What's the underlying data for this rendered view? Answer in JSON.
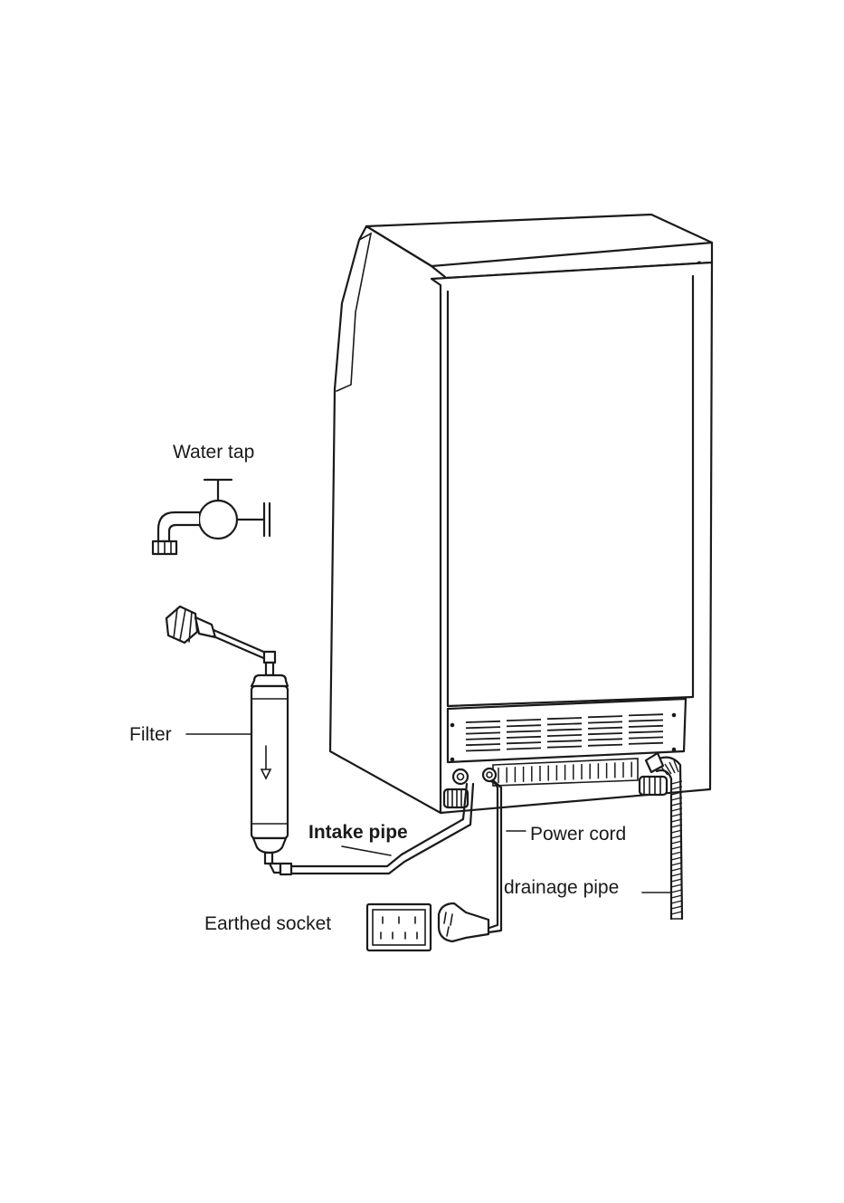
{
  "labels": {
    "water_tap": "Water tap",
    "filter": "Filter",
    "intake_pipe": "Intake pipe",
    "power_cord": "Power cord",
    "drainage_pipe": "drainage pipe",
    "earthed_socket": "Earthed socket"
  },
  "colors": {
    "line": "#1a1a1a",
    "background": "#ffffff"
  },
  "icons": [
    "water-tap-icon",
    "filter-cartridge-icon",
    "socket-icon",
    "plug-icon",
    "drain-hose-icon",
    "ice-maker-unit"
  ]
}
